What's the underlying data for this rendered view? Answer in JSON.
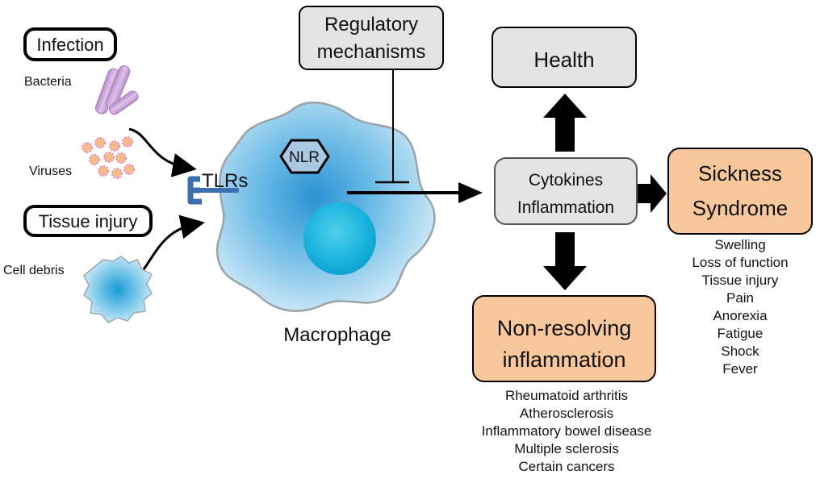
{
  "sources": {
    "infection_label": "Infection",
    "bacteria_label": "Bacteria",
    "viruses_label": "Viruses",
    "tissue_injury_label": "Tissue injury",
    "cell_debris_label": "Cell debris"
  },
  "receptor_label": "TLRs",
  "macrophage": {
    "nlr_label": "NLR",
    "cell_label": "Macrophage"
  },
  "regulatory": {
    "line1": "Regulatory",
    "line2": "mechanisms"
  },
  "health_label": "Health",
  "cytokines": {
    "line1": "Cytokines",
    "line2": "Inflammation"
  },
  "sickness": {
    "line1": "Sickness",
    "line2": "Syndrome",
    "symptoms": [
      "Swelling",
      "Loss of function",
      "Tissue injury",
      "Pain",
      "Anorexia",
      "Fatigue",
      "Shock",
      "Fever"
    ]
  },
  "nonresolving": {
    "line1": "Non-resolving",
    "line2": "inflammation",
    "diseases": [
      "Rheumatoid arthritis",
      "Atherosclerosis",
      "Inflammatory bowel disease",
      "Multiple sclerosis",
      "Certain cancers"
    ]
  },
  "colors": {
    "gray_box": "#e3e3e3",
    "orange_box": "#f8c79c",
    "cell_blue": "#2aa2d6",
    "tlr_blue": "#3d6fb0",
    "bacteria_purple": "#c8a2d8"
  }
}
